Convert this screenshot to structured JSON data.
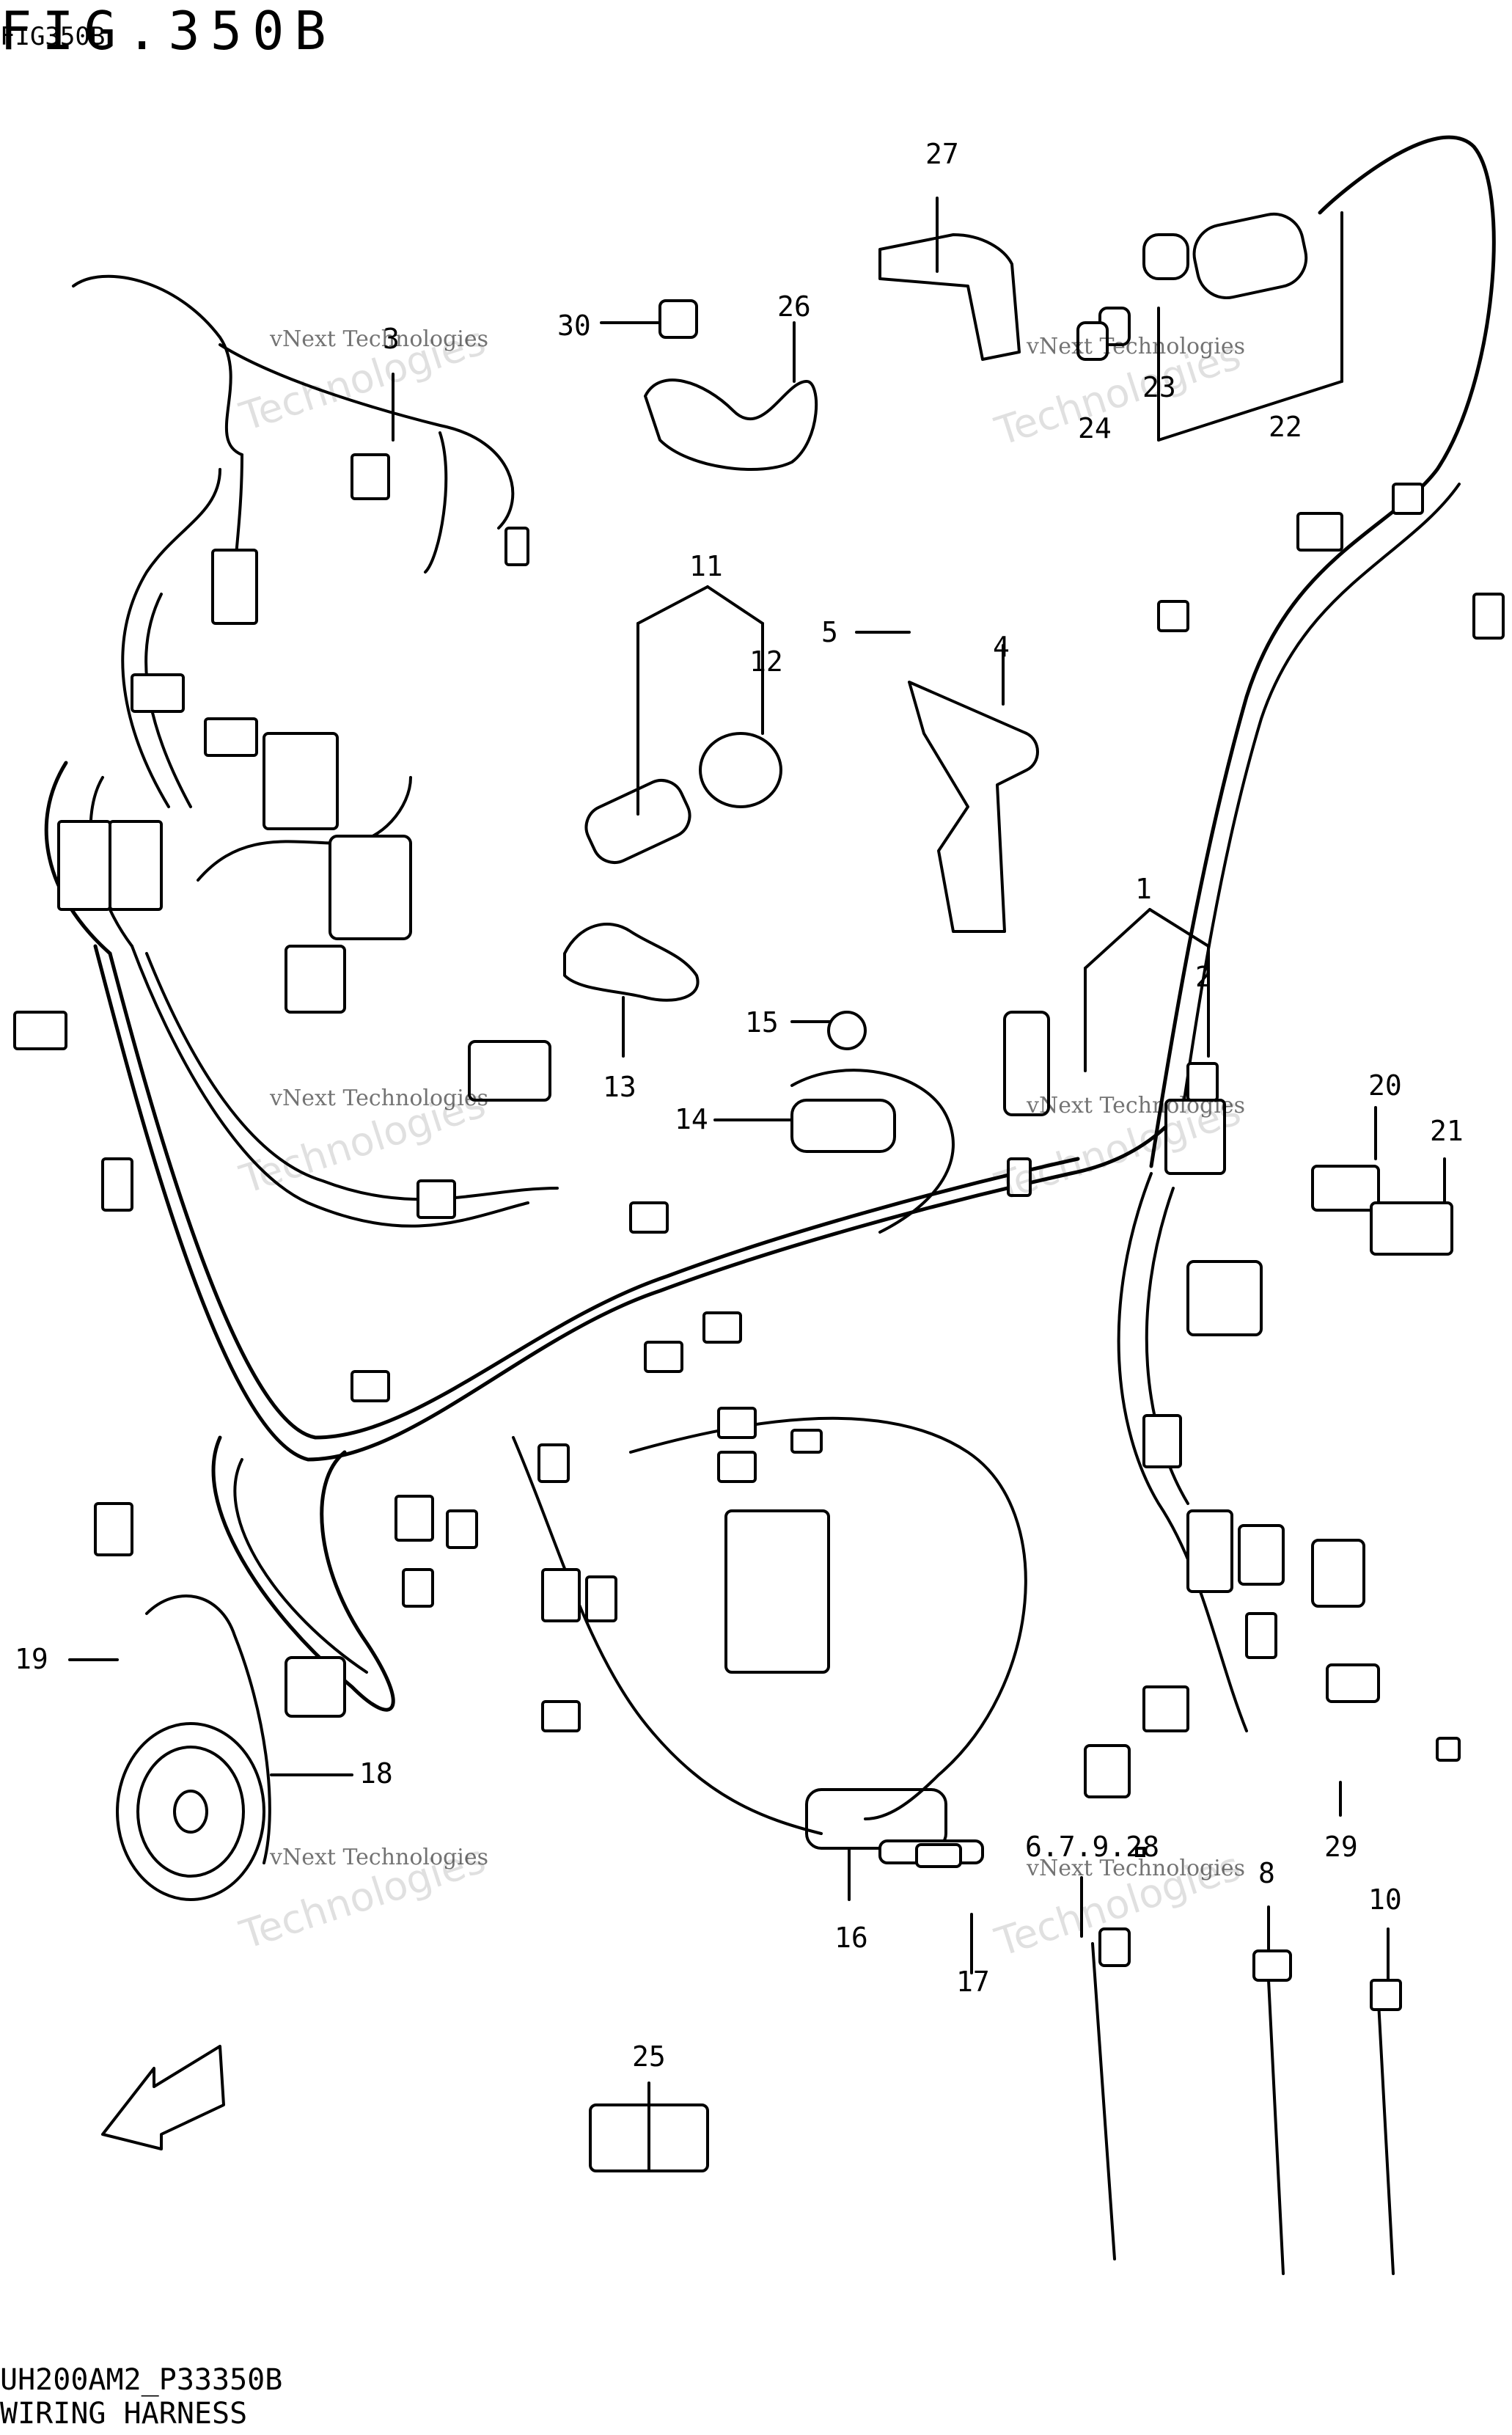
{
  "figure": {
    "title": "FIG.350B",
    "subtitle": "FIG350B",
    "code": "UH200AM2_P33350B",
    "name": "WIRING HARNESS"
  },
  "watermark": {
    "line1": "vNext Technologies",
    "line2": "Technologies"
  },
  "fwd_label": "FWD",
  "callouts": [
    {
      "id": "c1",
      "text": "1"
    },
    {
      "id": "c2",
      "text": "2"
    },
    {
      "id": "c3",
      "text": "3"
    },
    {
      "id": "c4",
      "text": "4"
    },
    {
      "id": "c5",
      "text": "5"
    },
    {
      "id": "c6",
      "text": "6.7.9.28"
    },
    {
      "id": "c8",
      "text": "8"
    },
    {
      "id": "c10",
      "text": "10"
    },
    {
      "id": "c11",
      "text": "11"
    },
    {
      "id": "c12",
      "text": "12"
    },
    {
      "id": "c13",
      "text": "13"
    },
    {
      "id": "c14",
      "text": "14"
    },
    {
      "id": "c15",
      "text": "15"
    },
    {
      "id": "c16",
      "text": "16"
    },
    {
      "id": "c17",
      "text": "17"
    },
    {
      "id": "c18",
      "text": "18"
    },
    {
      "id": "c19",
      "text": "19"
    },
    {
      "id": "c20",
      "text": "20"
    },
    {
      "id": "c21",
      "text": "21"
    },
    {
      "id": "c22",
      "text": "22"
    },
    {
      "id": "c23",
      "text": "23"
    },
    {
      "id": "c24",
      "text": "24"
    },
    {
      "id": "c25",
      "text": "25"
    },
    {
      "id": "c26",
      "text": "26"
    },
    {
      "id": "c27",
      "text": "27"
    },
    {
      "id": "c29",
      "text": "29"
    },
    {
      "id": "c30",
      "text": "30"
    }
  ]
}
